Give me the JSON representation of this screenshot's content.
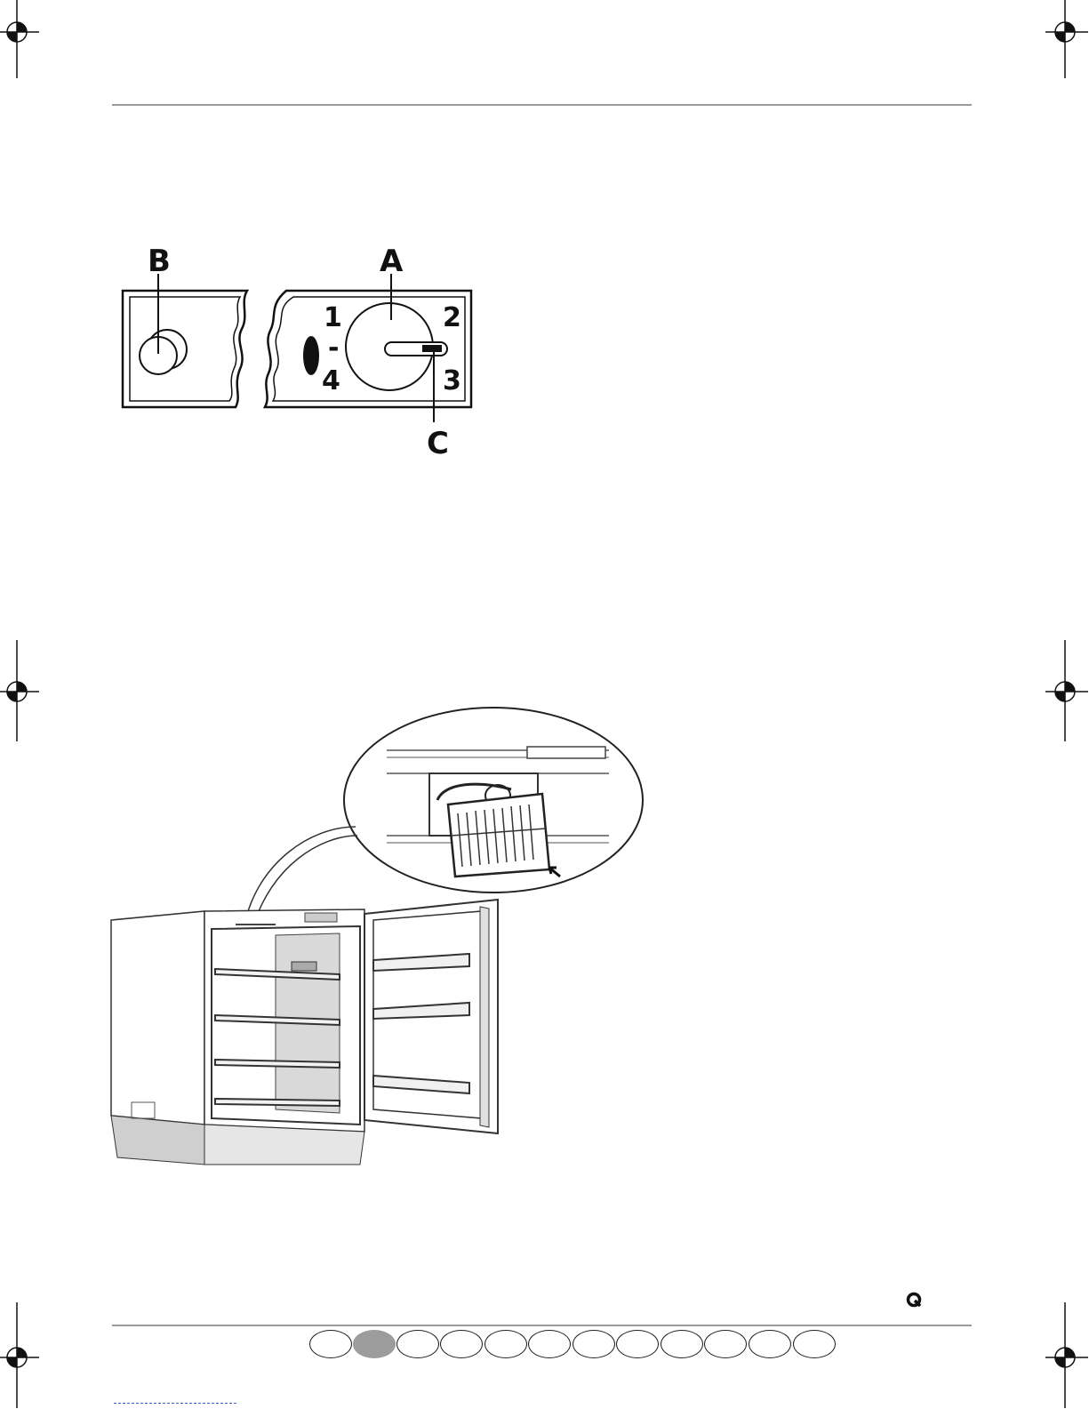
{
  "figure_control_panel": {
    "callouts": {
      "a": "A",
      "b": "B",
      "c": "C"
    },
    "dial_numbers": {
      "one": "1",
      "two": "2",
      "three": "3",
      "four": "4",
      "dash": "-"
    }
  },
  "figure_fridge": {
    "description_visible": false
  },
  "language_tabs": {
    "count": 12,
    "active_index": 1,
    "active_color": "#9c9c9c"
  },
  "icons": {
    "crop_mark": "registration-crosshair-icon",
    "corner_mark": "q-mark-icon"
  }
}
